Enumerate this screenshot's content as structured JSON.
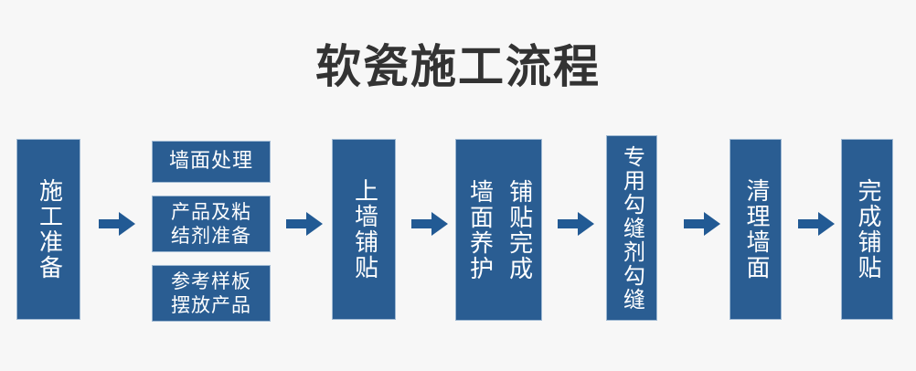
{
  "title": "软瓷施工流程",
  "colors": {
    "background": "#f7f7f7",
    "box_fill": "#2a5d92",
    "box_border": "#9fb9d3",
    "arrow": "#1f5campus",
    "arrow_fill": "#225a94",
    "title_text": "#333333",
    "box_text": "#ffffff"
  },
  "flow": {
    "steps": [
      {
        "id": "step-1",
        "label": "施工准备",
        "orientation": "vertical",
        "columns": [
          "施工准备"
        ]
      },
      {
        "id": "step-2",
        "label": "墙面处理 / 产品及粘结剂准备 / 参考样板摆放产品",
        "orientation": "stacked",
        "sub_steps": [
          {
            "id": "step-2a",
            "lines": [
              "墙面处理"
            ]
          },
          {
            "id": "step-2b",
            "lines": [
              "产品及粘",
              "结剂准备"
            ]
          },
          {
            "id": "step-2c",
            "lines": [
              "参考样板",
              "摆放产品"
            ]
          }
        ]
      },
      {
        "id": "step-3",
        "label": "上墙铺贴",
        "orientation": "vertical",
        "columns": [
          "上墙铺贴"
        ]
      },
      {
        "id": "step-4",
        "label": "铺贴完成 墙面养护",
        "orientation": "vertical",
        "columns": [
          "铺贴完成",
          "墙面养护"
        ]
      },
      {
        "id": "step-5",
        "label": "专用勾缝剂勾缝",
        "orientation": "vertical",
        "columns": [
          "专用勾缝剂勾缝"
        ]
      },
      {
        "id": "step-6",
        "label": "清理墙面",
        "orientation": "vertical",
        "columns": [
          "清理墙面"
        ]
      },
      {
        "id": "step-7",
        "label": "完成铺贴",
        "orientation": "vertical",
        "columns": [
          "完成铺贴"
        ]
      }
    ],
    "connectors": [
      {
        "id": "arrow-1",
        "icon": "arrow-right-icon"
      },
      {
        "id": "arrow-2",
        "icon": "arrow-right-icon"
      },
      {
        "id": "arrow-3",
        "icon": "arrow-right-icon"
      },
      {
        "id": "arrow-4",
        "icon": "arrow-right-icon"
      },
      {
        "id": "arrow-5",
        "icon": "arrow-right-icon"
      },
      {
        "id": "arrow-6",
        "icon": "arrow-right-icon"
      }
    ]
  }
}
